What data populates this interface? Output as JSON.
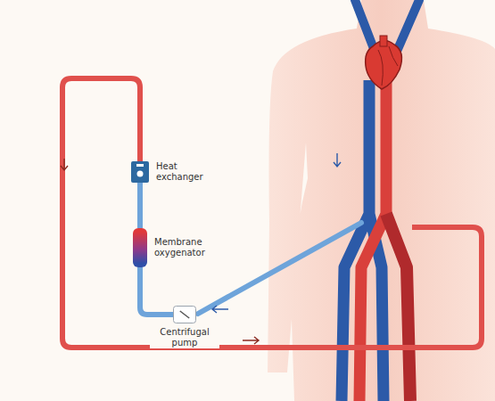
{
  "diagram": {
    "nodes": [
      {
        "text": [
          "Heat exchanger"
        ]
      },
      {
        "text": [
          "Membrane oxygenator"
        ]
      },
      {
        "text": [
          "Centrifugal pump"
        ]
      }
    ],
    "edges": [
      {
        "from": 2,
        "to": 1,
        "arrow": "none"
      },
      {
        "from": 1,
        "to": 0,
        "arrow": "none"
      }
    ]
  }
}
